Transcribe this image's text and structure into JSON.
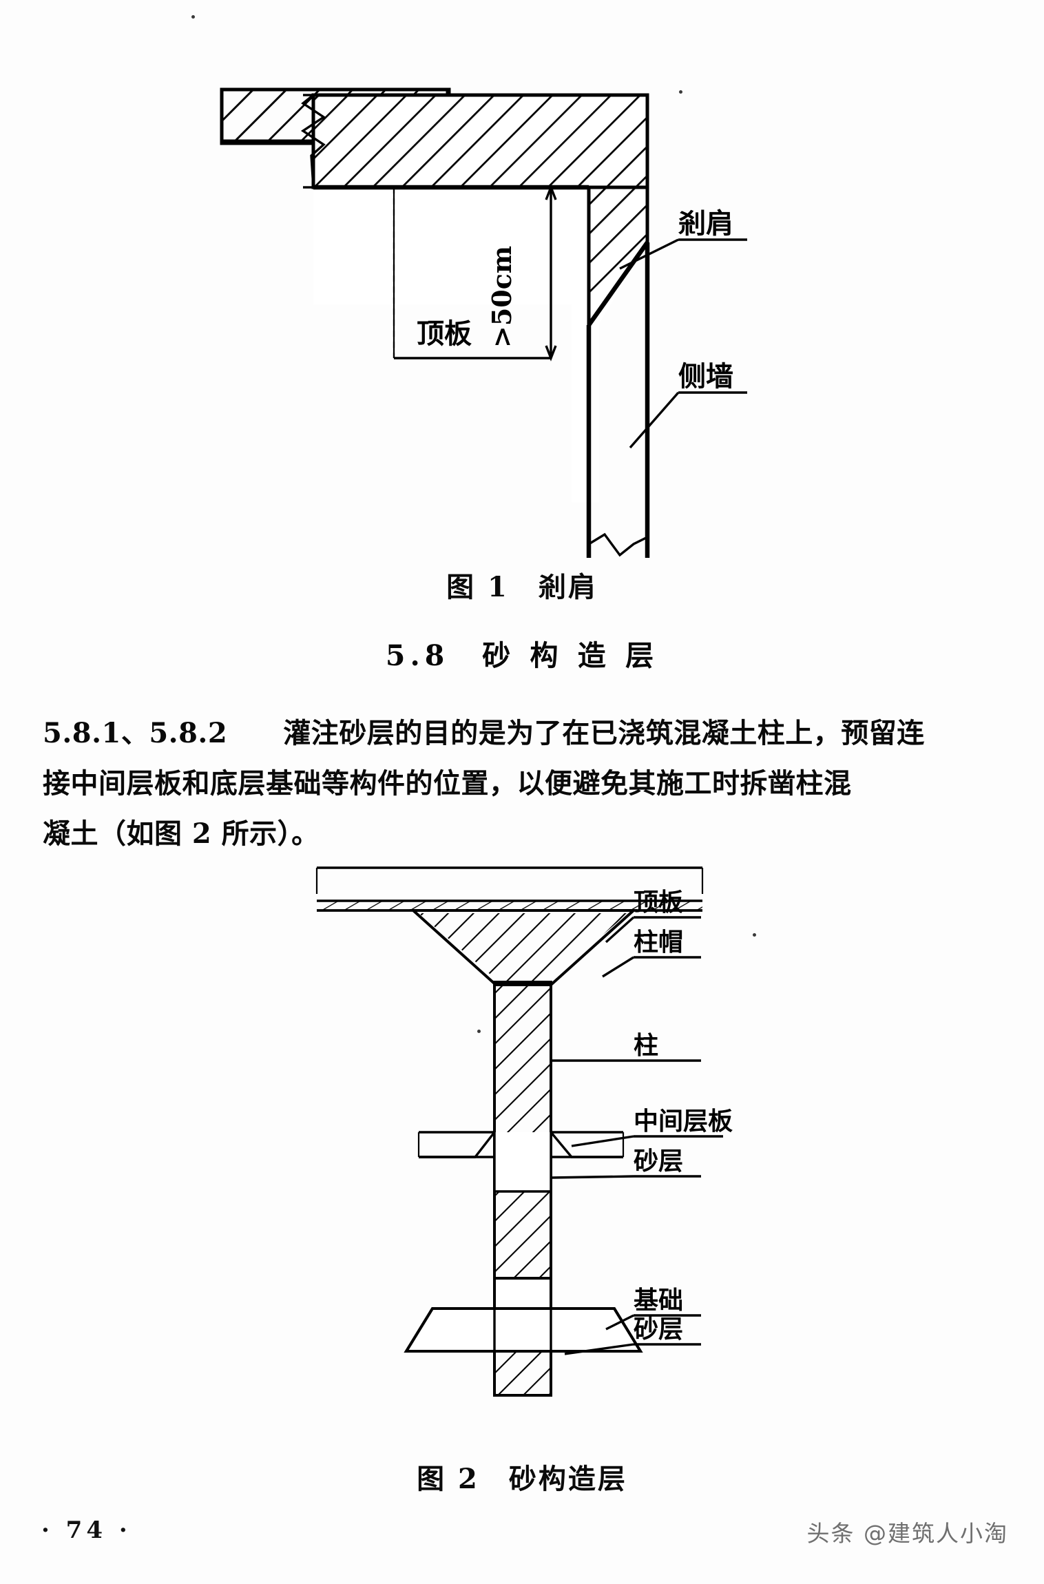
{
  "page": {
    "number": "· 74 ·",
    "watermark": "头条 @建筑人小淘"
  },
  "figure1": {
    "caption": "图 1　剎肩",
    "labels": {
      "top_slab": "顶板",
      "dimension": ">50cm",
      "chamfer": "剎肩",
      "side_wall": "侧墙"
    }
  },
  "section": {
    "number": "5.8",
    "title": "砂 构 造 层",
    "heading": "5.8　砂 构 造 层"
  },
  "body": {
    "clause": "5.8.1、5.8.2",
    "paragraph": "灌注砂层的目的是为了在已浇筑混凝土柱上，预留连接中间层板和底层基础等构件的位置，以便避免其施工时拆凿柱混凝土（如图 2 所示）。",
    "line1": "5.8.1、5.8.2　　灌注砂层的目的是为了在已浇筑混凝土柱上，预留连",
    "line2": "接中间层板和底层基础等构件的位置，以便避免其施工时拆凿柱混",
    "line3": "凝土（如图 2 所示）。"
  },
  "figure2": {
    "caption": "图 2　砂构造层",
    "labels": {
      "top_slab": "顶板",
      "column_cap": "柱帽",
      "column": "柱",
      "middle_slab": "中间层板",
      "sand_layer": "砂层",
      "foundation": "基础",
      "foundation_sand": "砂层"
    }
  },
  "colors": {
    "ink": "#000000",
    "paper": "#ffffff",
    "watermark": "#6f6f6f"
  }
}
